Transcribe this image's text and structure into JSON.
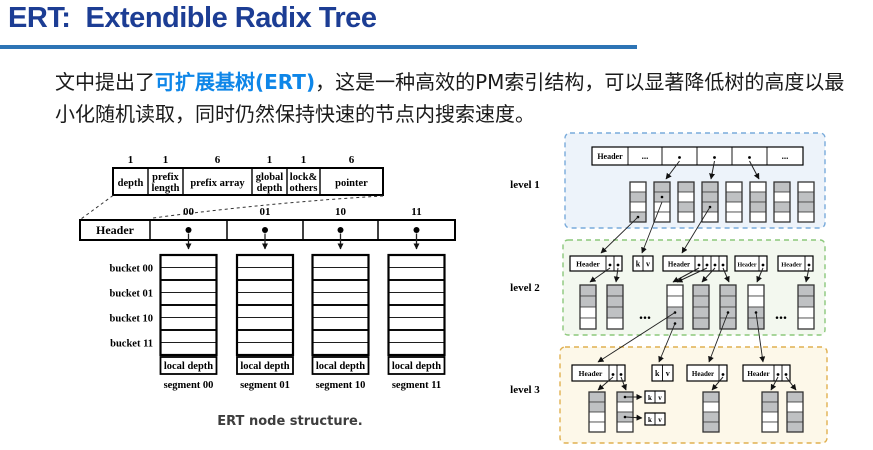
{
  "title": "ERT:  Extendible Radix Tree",
  "intro": {
    "pre": "文中提出了",
    "highlight": "可扩展基树(ERT)",
    "post": "，这是一种高效的PM索引结构，可以显著降低树的高度以最小化随机读取，同时仍然保持快速的节点内搜索速度。"
  },
  "colors": {
    "title_blue": "#1c3d94",
    "underline_blue": "#2d74b5",
    "highlight_blue": "#0e86e8",
    "l1_bg": "#edf3fa",
    "l1_border": "#79abdb",
    "l2_bg": "#f3f8ef",
    "l2_border": "#8cc87c",
    "l3_bg": "#fdf8e9",
    "l3_border": "#e0b050",
    "cell_gray": "#bfc1c3"
  },
  "left_diagram": {
    "field_sizes": [
      "1",
      "1",
      "6",
      "1",
      "1",
      "6"
    ],
    "fields": [
      [
        "depth"
      ],
      [
        "prefix",
        "length"
      ],
      [
        "prefix array"
      ],
      [
        "global",
        "depth"
      ],
      [
        "lock&",
        "others"
      ],
      [
        "pointer"
      ]
    ],
    "header_label": "Header",
    "slot_labels": [
      "00",
      "01",
      "10",
      "11"
    ],
    "bucket_labels": [
      "bucket 00",
      "bucket 01",
      "bucket 10",
      "bucket 11"
    ],
    "local_depth_label": "local depth",
    "segment_labels": [
      "segment 00",
      "segment 01",
      "segment 10",
      "segment 11"
    ],
    "caption": "ERT node structure."
  },
  "right_diagram": {
    "level_labels": [
      "level 1",
      "level 2",
      "level 3"
    ],
    "header_label": "Header",
    "ellipsis": "...",
    "k_label": "k",
    "v_label": "v"
  }
}
